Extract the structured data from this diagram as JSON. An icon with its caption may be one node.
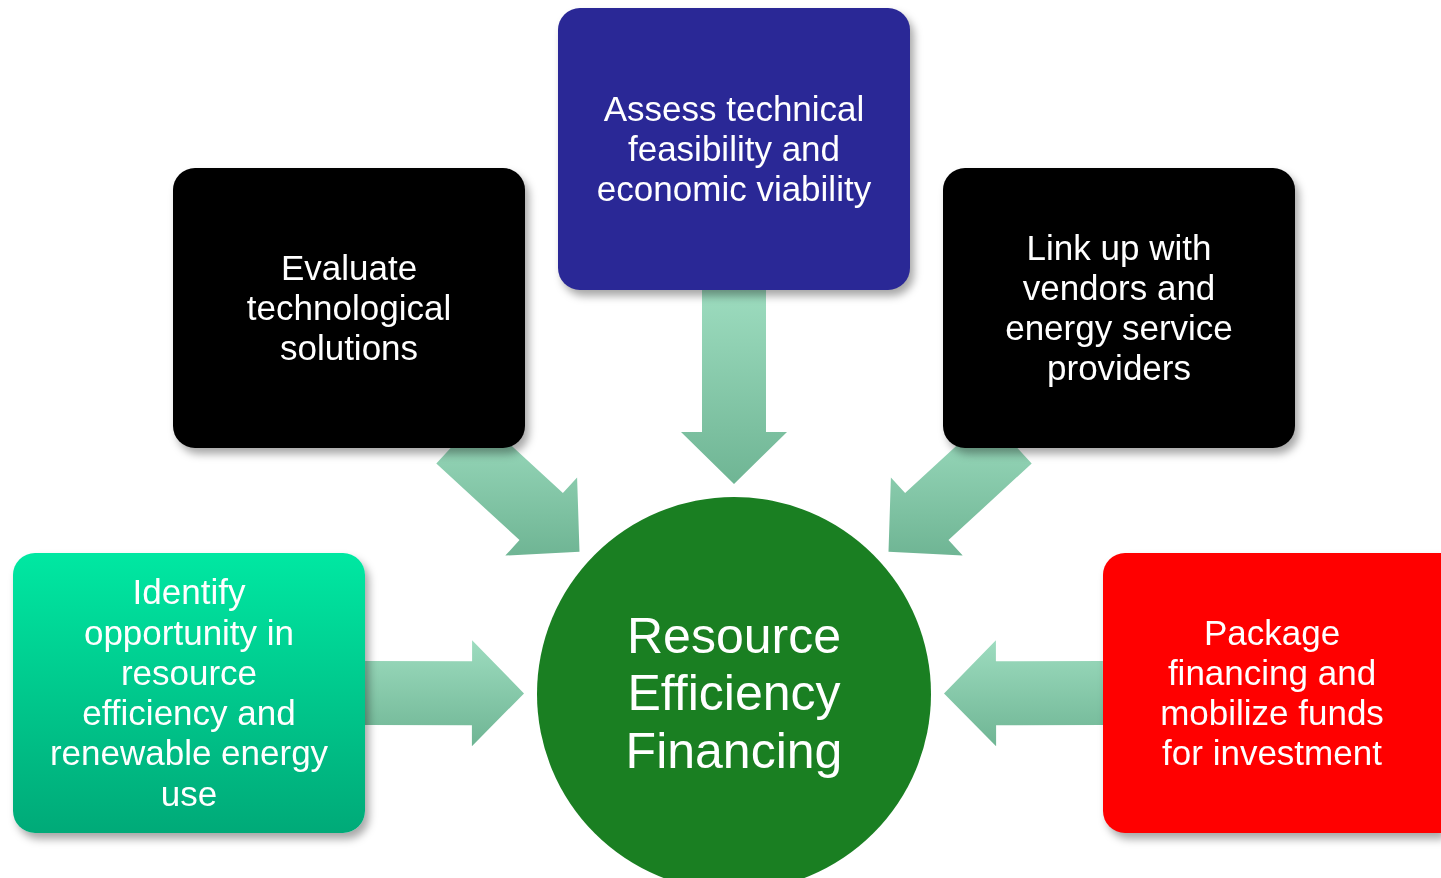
{
  "diagram": {
    "nodes": [
      {
        "text": [
          "Identify opportunity in resource efficiency and renewable energy use"
        ]
      },
      {
        "text": [
          "Evaluate technological solutions"
        ]
      },
      {
        "text": [
          "Assess technical feasibility and economic viability"
        ]
      },
      {
        "text": [
          "Link up with vendors and energy service providers"
        ]
      },
      {
        "text": [
          "Package financing and mobilize funds for investment"
        ]
      },
      {
        "text": [
          "Resource Efficiency Financing"
        ]
      }
    ],
    "edges": [
      {
        "from": 0,
        "to": 5,
        "arrow": "to"
      },
      {
        "from": 1,
        "to": 5,
        "arrow": "to"
      },
      {
        "from": 2,
        "to": 5,
        "arrow": "to"
      },
      {
        "from": 3,
        "to": 5,
        "arrow": "to"
      },
      {
        "from": 4,
        "to": 5,
        "arrow": "to"
      }
    ]
  }
}
